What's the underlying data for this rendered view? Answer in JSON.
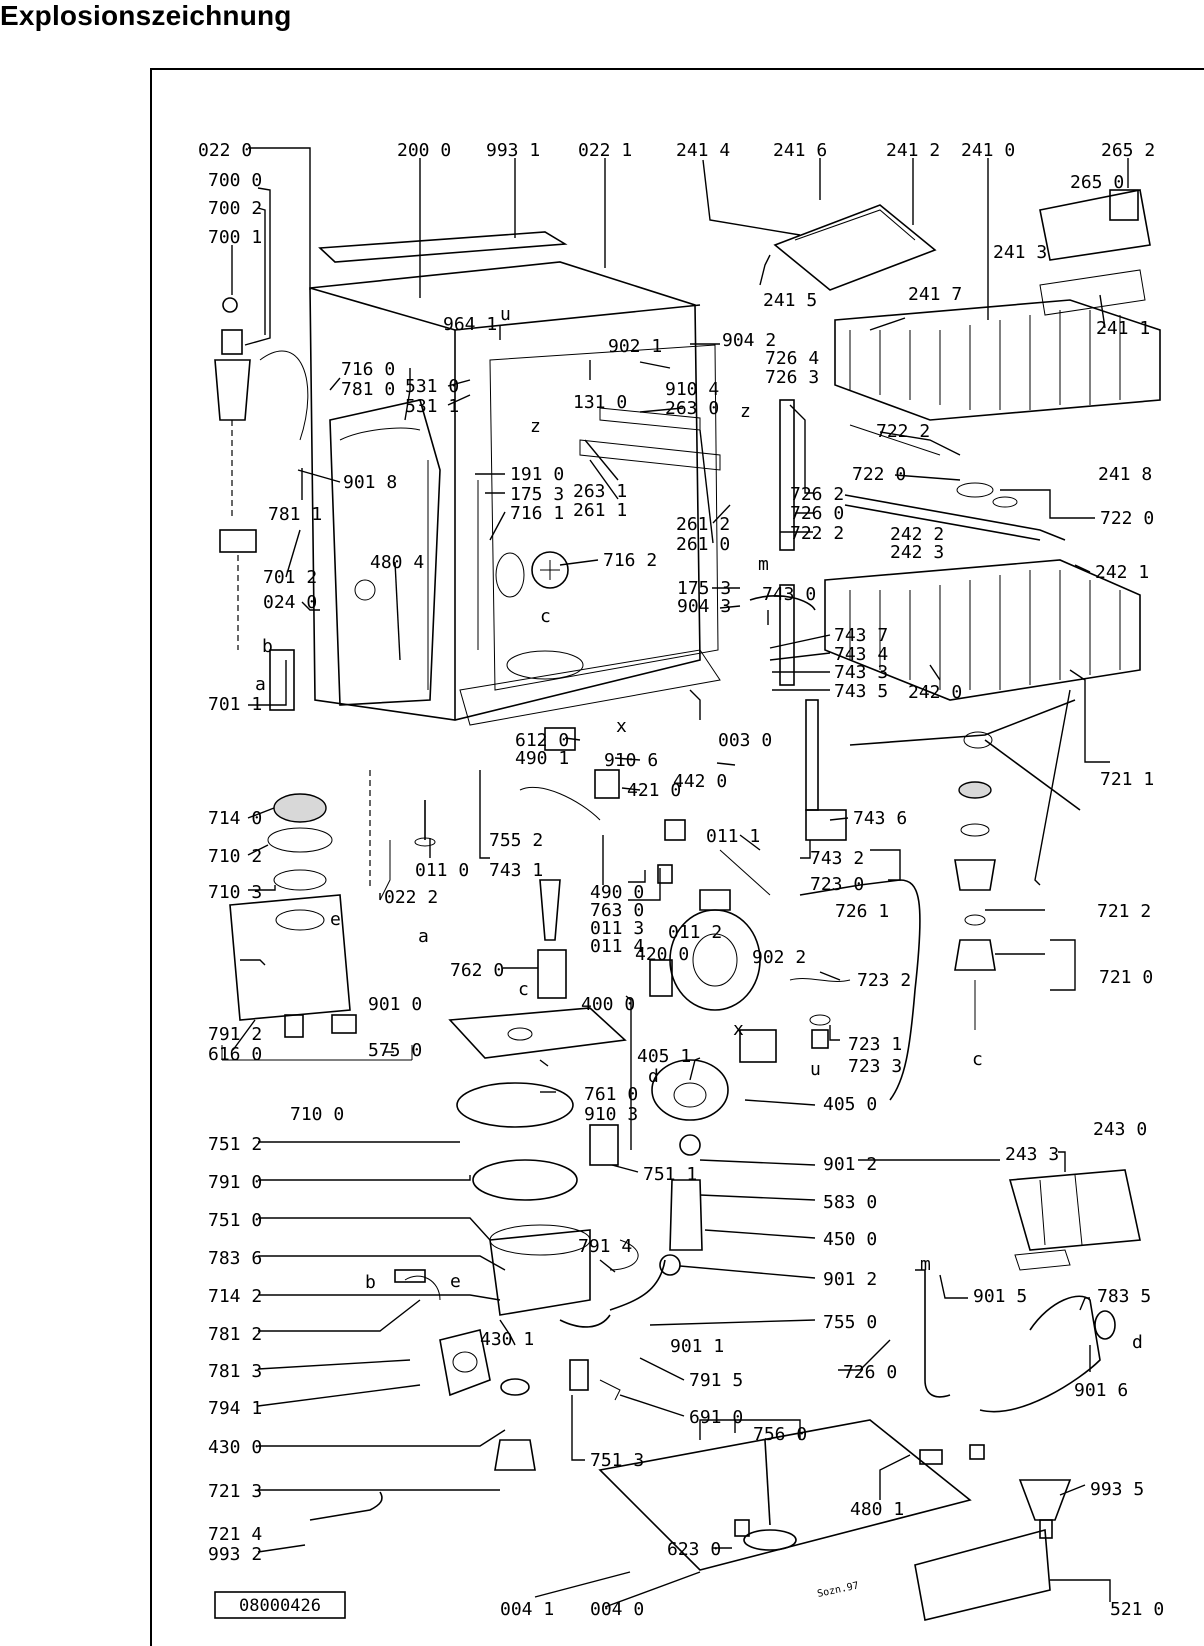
{
  "title": "Explosionszeichnung",
  "drawing_number": "08000426",
  "signature": "Sozn.97",
  "labels": {
    "l0220": "022 0",
    "l2000": "200 0",
    "l9931": "993 1",
    "l0221": "022 1",
    "l2414": "241 4",
    "l2416": "241 6",
    "l2412": "241 2",
    "l2410": "241 0",
    "l2652": "265 2",
    "l7000": "700 0",
    "l7002": "700 2",
    "l7001": "700 1",
    "l2650": "265 0",
    "l2413": "241 3",
    "l2415": "241 5",
    "l2417": "241 7",
    "l2411": "241 1",
    "l9641": "964 1",
    "l9021": "902 1",
    "l9042": "904 2",
    "l7264": "726 4",
    "l7263": "726 3",
    "l7160": "716 0",
    "l7810": "781 0",
    "l5310": "531 0",
    "l5311": "531 1",
    "l1310": "131 0",
    "l9104": "910 4",
    "l2630": "263 0",
    "l9018": "901 8",
    "l7811": "781 1",
    "l1910": "191 0",
    "l1753a": "175 3",
    "l7161": "716 1",
    "l2631": "263 1",
    "l2611": "261 1",
    "l2612": "261 2",
    "l2610": "261 0",
    "l7262": "726 2",
    "l7260a": "726 0",
    "l7222b": "722 2",
    "l7222a": "722 2",
    "l7220b": "722 0",
    "l7220": "722 0",
    "l2418": "241 8",
    "l2422": "242 2",
    "l2423": "242 3",
    "l2421": "242 1",
    "l7012": "701 2",
    "l0240": "024 0",
    "l4804": "480 4",
    "l7162": "716 2",
    "l1753b": "175 3",
    "l9043": "904 3",
    "l7430": "743 0",
    "l7437": "743 7",
    "l7434": "743 4",
    "l7433": "743 3",
    "l7435": "743 5",
    "l2420": "242 0",
    "l7011": "701 1",
    "l6120": "612 0",
    "l4901": "490 1",
    "l9106": "910 6",
    "l0030": "003 0",
    "l4420": "442 0",
    "l4210": "421 0",
    "l7211": "721 1",
    "l7140": "714 0",
    "l7436": "743 6",
    "l7102": "710 2",
    "l0110": "011 0",
    "l7552": "755 2",
    "l7431": "743 1",
    "l0111": "011 1",
    "l7432": "743 2",
    "l7230": "723 0",
    "l4900": "490 0",
    "l7630": "763 0",
    "l0113": "011 3",
    "l0114": "011 4",
    "l7103": "710 3",
    "l0222": "022 2",
    "l0112": "011 2",
    "l9022": "902 2",
    "l7261": "726 1",
    "l7212": "721 2",
    "l4200": "420 0",
    "l7620": "762 0",
    "l7232": "723 2",
    "l7210": "721 0",
    "l9010": "901 0",
    "l4000": "400 0",
    "l7912": "791 2",
    "l6160": "616 0",
    "l5750": "575 0",
    "l7231": "723 1",
    "l7233": "723 3",
    "l4051": "405 1",
    "l7610": "761 0",
    "l9103": "910 3",
    "l7100": "710 0",
    "l4050": "405 0",
    "l7512": "751 2",
    "l2430": "243 0",
    "l2433": "243 3",
    "l7511": "751 1",
    "l9012a": "901 2",
    "l7910": "791 0",
    "l5830": "583 0",
    "l7510": "751 0",
    "l4500": "450 0",
    "l7836": "783 6",
    "l7914": "791 4",
    "l9012b": "901 2",
    "l7142": "714 2",
    "l9015": "901 5",
    "l7835": "783 5",
    "l7812": "781 2",
    "l7550": "755 0",
    "l7813": "781 3",
    "l4301": "430 1",
    "l9011": "901 1",
    "l7260b": "726 0",
    "l7941": "794 1",
    "l7915": "791 5",
    "l9016": "901 6",
    "l4300": "430 0",
    "l6910": "691 0",
    "l7213": "721 3",
    "l7513": "751 3",
    "l7214": "721 4",
    "l7560": "756 0",
    "l4801": "480 1",
    "l9935": "993 5",
    "l6230": "623 0",
    "l9932": "993 2",
    "l5210": "521 0",
    "l0041": "004 1",
    "l0040": "004 0"
  },
  "letters": {
    "a1": "a",
    "b1": "b",
    "a2": "a",
    "b2": "b",
    "c1": "c",
    "c2": "c",
    "c3": "c",
    "d1": "d",
    "d2": "d",
    "e1": "e",
    "e2": "e",
    "m1": "m",
    "m2": "m",
    "u1": "u",
    "u2": "u",
    "x1": "x",
    "x2": "x",
    "z1": "z",
    "z2": "z"
  }
}
